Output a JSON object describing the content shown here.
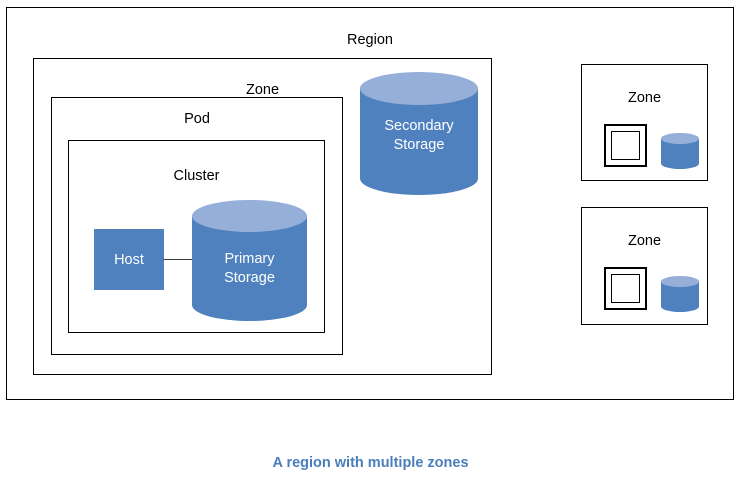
{
  "diagram": {
    "caption": "A region with multiple zones",
    "caption_color": "#4A7EBB",
    "containers": {
      "region": "Region",
      "zone": "Zone",
      "pod": "Pod",
      "cluster": "Cluster"
    },
    "nodes": {
      "host": "Host",
      "primary_storage_line1": "Primary",
      "primary_storage_line2": "Storage",
      "secondary_storage_line1": "Secondary",
      "secondary_storage_line2": "Storage"
    },
    "mini_zones": [
      {
        "label": "Zone"
      },
      {
        "label": "Zone"
      }
    ],
    "colors": {
      "shape_fill": "#4E81BD",
      "cylinder_top": "#95AFD8",
      "outline": "#000000",
      "connector": "#3F3F3F",
      "shape_text": "#FFFFFF"
    }
  }
}
